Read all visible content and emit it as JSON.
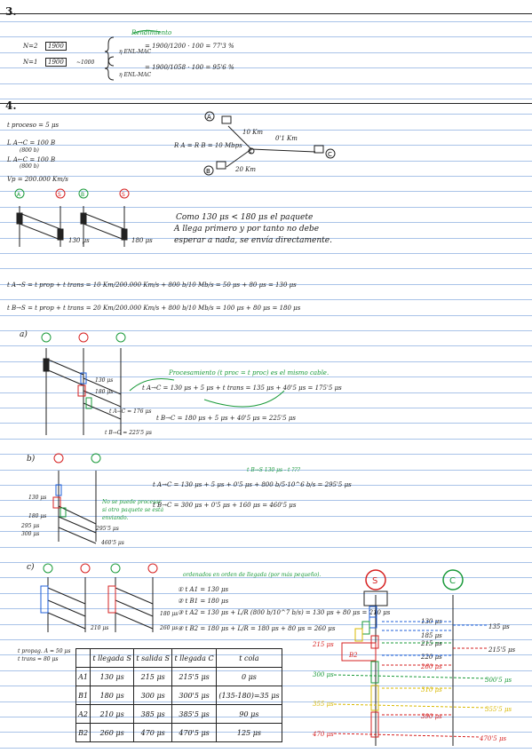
{
  "s3": {
    "number": "3.",
    "line1_label": "N=2",
    "line1_box": "1900",
    "line2_label": "N=1",
    "line2_box": "1900",
    "line2_approx": "~1000",
    "rendimiento": "Rendimiento",
    "eta_sub": "η ENL-MAC",
    "eff1": "= 1900/1200 · 100 = 77'3 %",
    "eff2": "= 1900/1058 · 100 = 95'6 %"
  },
  "s4": {
    "number": "4.",
    "params": [
      "t proceso = 5 μs",
      "L A→C = 100 B",
      "(800 b)",
      "L A←C = 100 B",
      "(800 b)",
      "Vp = 200.000 Km/s"
    ],
    "topology": {
      "rate": "R A = R B = 10 Mbps",
      "dist_a": "10 Km",
      "dist_c": "0'1 Km",
      "dist_b": "20 Km",
      "nodes": [
        "A",
        "C",
        "B",
        "S"
      ]
    },
    "diag1": {
      "nodes": [
        "A",
        "S",
        "B",
        "S"
      ],
      "tick_a": "130 μs",
      "tick_b": "180 μs"
    },
    "explanation": [
      "Como 130 μs < 180 μs el paquete",
      "A llega primero y por tanto no debe",
      "esperar a nada, se envía directamente."
    ],
    "formulas": [
      "t A→S = t prop + t trans = 10 Km/200.000 Km/s + 800 b/10 Mb/s = 50 μs + 80 μs = 130 μs",
      "t B→S = t prop + t trans = 20 Km/200.000 Km/s + 800 b/10 Mb/s = 100 μs + 80 μs = 180 μs"
    ]
  },
  "parts": {
    "a": {
      "label": "a)",
      "note": "Procesamiento (t proc = t proc) es el mismo cable.",
      "eq1": "t A→C = 130 μs + 5 μs + t trans = 135 μs + 40'5 μs = 175'5 μs",
      "eq2": "t B→C = 180 μs + 5 μs + 40'5 μs = 225'5 μs",
      "ticks": [
        "130 μs",
        "180 μs",
        "t A→C = 176 μs",
        "t B→C = 225'5 μs"
      ]
    },
    "b": {
      "label": "b)",
      "note": [
        "No se puede procesar",
        "si otro paquete se está",
        "enviando."
      ],
      "annotation": "t B→S  130 μs - t ???",
      "eq1": "t A→C = 130 μs + 5 μs + 0'5 μs + 800 b/5·10^6 b/s = 295'5 μs",
      "eq2": "t B→C = 300 μs + 0'5 μs + 160 μs = 460'5 μs",
      "ticks": [
        "130 μs",
        "180 μs",
        "295 μs",
        "300 μs",
        "295'5 μs",
        "460'5 μs"
      ]
    },
    "c": {
      "label": "c)",
      "order_note": "ordenados en orden de llegada (por más pequeño).",
      "steps": [
        "① t A1 = 130 μs",
        "② t B1 = 180 μs",
        "③ t A2 = 130 μs + L/R (800 b/10^7 b/s) = 130 μs + 80 μs = 210 μs",
        "④ t B2 = 180 μs + L/R = 180 μs + 80 μs = 260 μs"
      ],
      "ticks": [
        "180 μs",
        "260 μs",
        "210 μs"
      ],
      "left_note": [
        "t propag. A = 50 μs",
        "t trans = 80 μs"
      ]
    }
  },
  "table": {
    "headers": [
      "",
      "t llegada S",
      "t salida S",
      "t llegada C",
      "t cola"
    ],
    "rows": [
      [
        "A1",
        "130 μs",
        "215 μs",
        "215'5 μs",
        "0 μs"
      ],
      [
        "B1",
        "180 μs",
        "300 μs",
        "300'5 μs",
        "(135-180)=35 μs"
      ],
      [
        "A2",
        "210 μs",
        "385 μs",
        "385'5 μs",
        "90 μs"
      ],
      [
        "B2",
        "260 μs",
        "470 μs",
        "470'5 μs",
        "125 μs"
      ]
    ]
  },
  "right_diagram": {
    "nodes": [
      "S",
      "C"
    ],
    "b2_tag": "B2",
    "right_labels": [
      "130 μs",
      "135 μs",
      "185 μs",
      "215 μs",
      "215'5 μs",
      "220 μs",
      "260 μs",
      "300'5 μs",
      "310 μs",
      "355'5 μs",
      "390 μs",
      "470'5 μs"
    ],
    "left_labels": [
      "215 μs",
      "300 μs",
      "355 μs",
      "470 μs"
    ]
  }
}
